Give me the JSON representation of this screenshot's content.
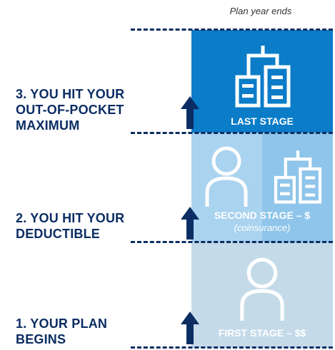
{
  "header": {
    "plan_year_ends": "Plan year ends"
  },
  "steps": [
    {
      "number": "3.",
      "lines": [
        "3. YOU HIT YOUR",
        "OUT-OF-POCKET",
        "MAXIMUM"
      ]
    },
    {
      "number": "2.",
      "lines": [
        "2. YOU HIT YOUR",
        "DEDUCTIBLE"
      ]
    },
    {
      "number": "1.",
      "lines": [
        "1. YOUR PLAN",
        "BEGINS"
      ]
    }
  ],
  "stages": {
    "last": {
      "title": "LAST STAGE"
    },
    "second": {
      "title": "SECOND STAGE – $",
      "subtitle": "(coinsurance)"
    },
    "first": {
      "title": "FIRST STAGE – $$"
    }
  },
  "colors": {
    "navy": "#0b2d63",
    "last_stage": "#0a7cc8",
    "second_stage": "#a9d3ef",
    "first_stage": "#c4dae9"
  },
  "icons": [
    "org-chart-icon",
    "person-icon",
    "arrow-up-icon"
  ]
}
